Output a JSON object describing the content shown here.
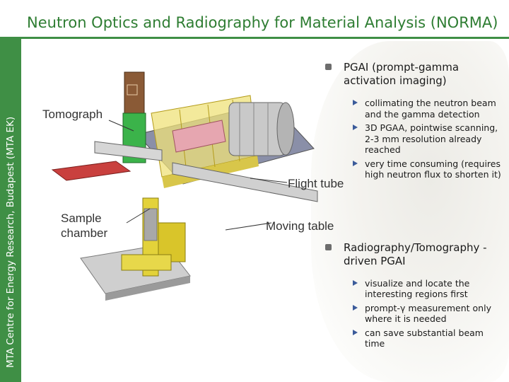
{
  "slide": {
    "title": "Neutron Optics and Radiography for Material Analysis (NORMA)",
    "side_label": "MTA Centre for Energy Research, Budapest  (MTA EK)"
  },
  "figure": {
    "labels": {
      "tomograph": "Tomograph",
      "flight_tube": "Flight tube",
      "sample_chamber": "Sample chamber",
      "moving_table": "Moving table"
    }
  },
  "bullets": [
    {
      "text": "PGAI (prompt-gamma activation imaging)",
      "sub": [
        "collimating the neutron beam and the gamma detection",
        "3D PGAA, pointwise scanning, 2-3 mm resolution already reached",
        "very time consuming (requires high neutron flux to shorten it)"
      ]
    },
    {
      "text": "Radiography/Tomography -driven PGAI",
      "sub": [
        "visualize and locate the interesting regions first",
        "prompt-γ measurement only where it is needed",
        "can save substantial beam time"
      ]
    }
  ],
  "colors": {
    "accent": "#3f8f45",
    "title": "#2e7d32",
    "arrow": "#3b5b9a"
  }
}
